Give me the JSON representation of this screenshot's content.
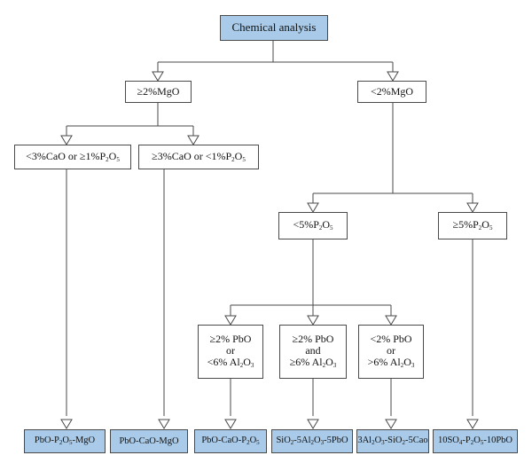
{
  "diagram": {
    "root": "Chemical analysis",
    "level1": {
      "left": "≥2%MgO",
      "right": "<2%MgO"
    },
    "mgo_high": {
      "a": {
        "t1": "<3%CaO or ≥1%P",
        "s1": "2",
        "t2": "O",
        "s2": "5"
      },
      "b": {
        "t1": "≥3%CaO or <1%P",
        "s1": "2",
        "t2": "O",
        "s2": "5"
      }
    },
    "p2o5": {
      "low": {
        "t1": "<5%P",
        "s1": "2",
        "t2": "O",
        "s2": "5"
      },
      "high": {
        "t1": "≥5%P",
        "s1": "2",
        "t2": "O",
        "s2": "5"
      }
    },
    "conditions": {
      "c1": {
        "line1": "≥2% PbO",
        "line2": "or",
        "line3a": "<6% Al",
        "s1": "2",
        "line3b": "O",
        "s2": "3"
      },
      "c2": {
        "line1": "≥2% PbO",
        "line2": "and",
        "line3a": "≥6% Al",
        "s1": "2",
        "line3b": "O",
        "s2": "3"
      },
      "c3": {
        "line1": "<2% PbO",
        "line2": "or",
        "line3a": ">6% Al",
        "s1": "2",
        "line3b": "O",
        "s2": "3"
      }
    },
    "leaves": {
      "l1": {
        "a": "PbO-P",
        "s1": "2",
        "b": "O",
        "s2": "5",
        "c": "-MgO"
      },
      "l2": {
        "a": "PbO-CaO-MgO"
      },
      "l3": {
        "a": "PbO-CaO-P",
        "s1": "2",
        "b": "O",
        "s2": "5"
      },
      "l4": {
        "a": "SiO",
        "s1": "2",
        "b": "-5Al",
        "s2": "2",
        "c": "O",
        "s3": "3",
        "d": "-5PbO"
      },
      "l5": {
        "a": "3Al",
        "s1": "2",
        "b": "O",
        "s2": "3",
        "c": "-SiO",
        "s3": "2",
        "d": "-5Cao"
      },
      "l6": {
        "a": "10SO",
        "s1": "4",
        "b": "-P",
        "s2": "2",
        "c": "O",
        "s3": "5",
        "d": "-10PbO"
      }
    }
  },
  "colors": {
    "leaf_fill": "#a9cbe9",
    "line": "#4a4a4a"
  }
}
